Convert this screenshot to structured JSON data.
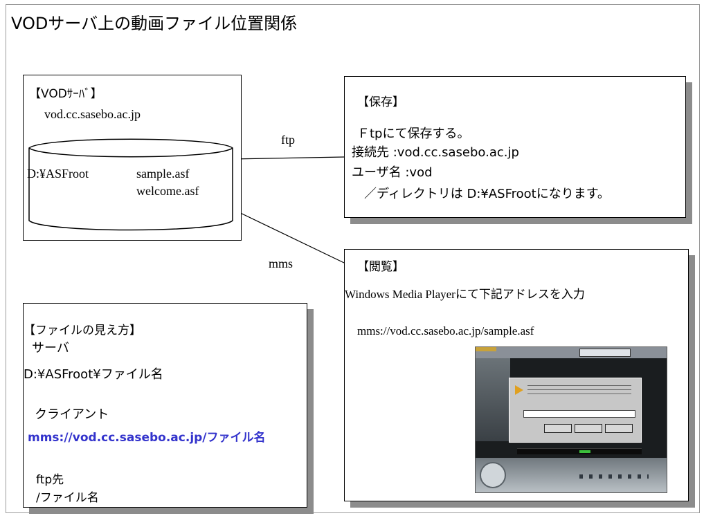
{
  "title": "VODサーバ上の動画ファイル位置関係",
  "server": {
    "heading": "【VODｻｰﾊﾞ】",
    "host": "vod.cc.sasebo.ac.jp",
    "root": "D:¥ASFroot",
    "file1": "sample.asf",
    "file2": "welcome.asf"
  },
  "protocols": {
    "ftp": "ftp",
    "mms": "mms"
  },
  "save": {
    "heading": "【保存】",
    "line1": "Ｆtpにて保存する。",
    "line2": "接続先 :vod.cc.sasebo.ac.jp",
    "line3": "ユーザ名 :vod",
    "line4": "／ディレクトリは D:¥ASFrootになります。"
  },
  "view": {
    "heading": "【閲覧】",
    "line1": "Windows Media Playerにて下記アドレスを入力",
    "url": "mms://vod.cc.sasebo.ac.jp/sample.asf"
  },
  "files": {
    "heading": "【ファイルの見え方】",
    "server_label": "サーバ",
    "server_path": "D:¥ASFroot¥ファイル名",
    "client_label": "クライアント",
    "client_path": "mms://vod.cc.sasebo.ac.jp/ファイル名",
    "ftp_label": "ftp先",
    "ftp_path": "/ファイル名"
  },
  "colors": {
    "shadow": "#8c8c8c",
    "link": "#3333cc",
    "player_dark": "#1a1d1f"
  }
}
